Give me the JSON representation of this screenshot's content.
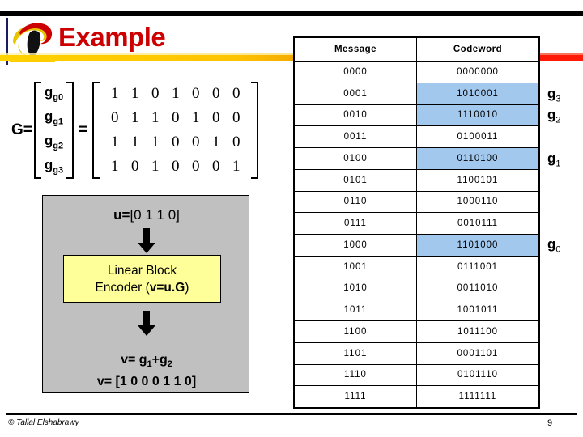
{
  "slide": {
    "title": "Example",
    "logo_icon": "logo-swoosh-icon"
  },
  "matrix": {
    "name": "G=",
    "equals": "=",
    "row_labels": [
      "g0",
      "g1",
      "g2",
      "g3"
    ],
    "rows": [
      [
        "1",
        "1",
        "0",
        "1",
        "0",
        "0",
        "0"
      ],
      [
        "0",
        "1",
        "1",
        "0",
        "1",
        "0",
        "0"
      ],
      [
        "1",
        "1",
        "1",
        "0",
        "0",
        "1",
        "0"
      ],
      [
        "1",
        "0",
        "1",
        "0",
        "0",
        "0",
        "1"
      ]
    ]
  },
  "encoder_panel": {
    "input_label": "u=",
    "input_value": "[0 1 1 0]",
    "box_line1": "Linear Block",
    "box_line2_pre": "Encoder (",
    "box_line2_expr": "v=u.G",
    "box_line2_post": ")",
    "output_label1": "v=",
    "output_value1": "g1+g2",
    "output_label2": "v=",
    "output_value2": "[1 0 0 0 1 1 0]",
    "arrow_icon": "down-arrow-icon",
    "panel_color": "#c0c0c0",
    "box_color": "#ffff99"
  },
  "table": {
    "headers": [
      "Message",
      "Codeword"
    ],
    "highlight_color": "#a3c8ee",
    "rows": [
      {
        "message": "0000",
        "codeword": "0000000",
        "highlight": false,
        "glabel": ""
      },
      {
        "message": "0001",
        "codeword": "1010001",
        "highlight": true,
        "glabel": "g3"
      },
      {
        "message": "0010",
        "codeword": "1110010",
        "highlight": true,
        "glabel": "g2"
      },
      {
        "message": "0011",
        "codeword": "0100011",
        "highlight": false,
        "glabel": ""
      },
      {
        "message": "0100",
        "codeword": "0110100",
        "highlight": true,
        "glabel": "g1"
      },
      {
        "message": "0101",
        "codeword": "1100101",
        "highlight": false,
        "glabel": ""
      },
      {
        "message": "0110",
        "codeword": "1000110",
        "highlight": false,
        "glabel": ""
      },
      {
        "message": "0111",
        "codeword": "0010111",
        "highlight": false,
        "glabel": ""
      },
      {
        "message": "1000",
        "codeword": "1101000",
        "highlight": true,
        "glabel": "g0"
      },
      {
        "message": "1001",
        "codeword": "0111001",
        "highlight": false,
        "glabel": ""
      },
      {
        "message": "1010",
        "codeword": "0011010",
        "highlight": false,
        "glabel": ""
      },
      {
        "message": "1011",
        "codeword": "1001011",
        "highlight": false,
        "glabel": ""
      },
      {
        "message": "1100",
        "codeword": "1011100",
        "highlight": false,
        "glabel": ""
      },
      {
        "message": "1101",
        "codeword": "0001101",
        "highlight": false,
        "glabel": ""
      },
      {
        "message": "1110",
        "codeword": "0101110",
        "highlight": false,
        "glabel": ""
      },
      {
        "message": "1111",
        "codeword": "1111111",
        "highlight": false,
        "glabel": ""
      }
    ]
  },
  "footer": {
    "copyright": "© Tallal Elshabrawy",
    "page_number": "9"
  },
  "colors": {
    "title": "#cc0000",
    "rule_black": "#000000",
    "gradient_start": "#ffd200",
    "gradient_end": "#ff1b08"
  }
}
